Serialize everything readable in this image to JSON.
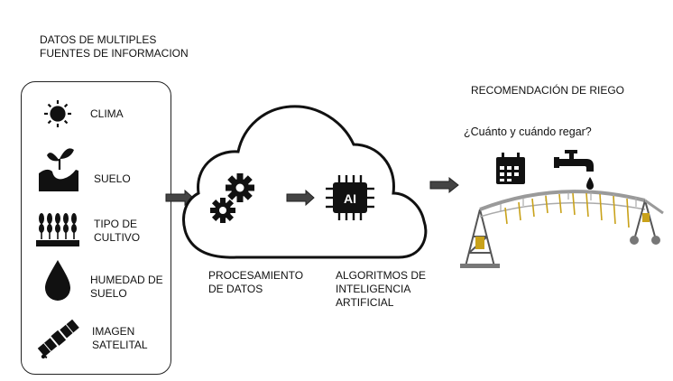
{
  "sources": {
    "title": "DATOS DE MULTIPLES\nFUENTES DE INFORMACION",
    "items": [
      {
        "label": "CLIMA",
        "icon": "sun-icon"
      },
      {
        "label": "SUELO",
        "icon": "seedling-icon"
      },
      {
        "label": "TIPO DE\nCULTIVO",
        "icon": "wheat-icon"
      },
      {
        "label": "HUMEDAD DE\nSUELO",
        "icon": "water-drop-icon"
      },
      {
        "label": "IMAGEN\nSATELITAL",
        "icon": "satellite-icon"
      }
    ]
  },
  "processing": {
    "label": "PROCESAMIENTO\nDE DATOS",
    "ai_chip_text": "AI",
    "ai_label": "ALGORITMOS DE\nINTELIGENCIA\nARTIFICIAL"
  },
  "recommendation": {
    "title": "RECOMENDACIÓN DE RIEGO",
    "question": "¿Cuánto y cuándo regar?"
  },
  "colors": {
    "ink": "#111111",
    "arrow": "#444444",
    "pivot_frame": "#9a9a9a",
    "pivot_accent": "#c9a21a"
  }
}
